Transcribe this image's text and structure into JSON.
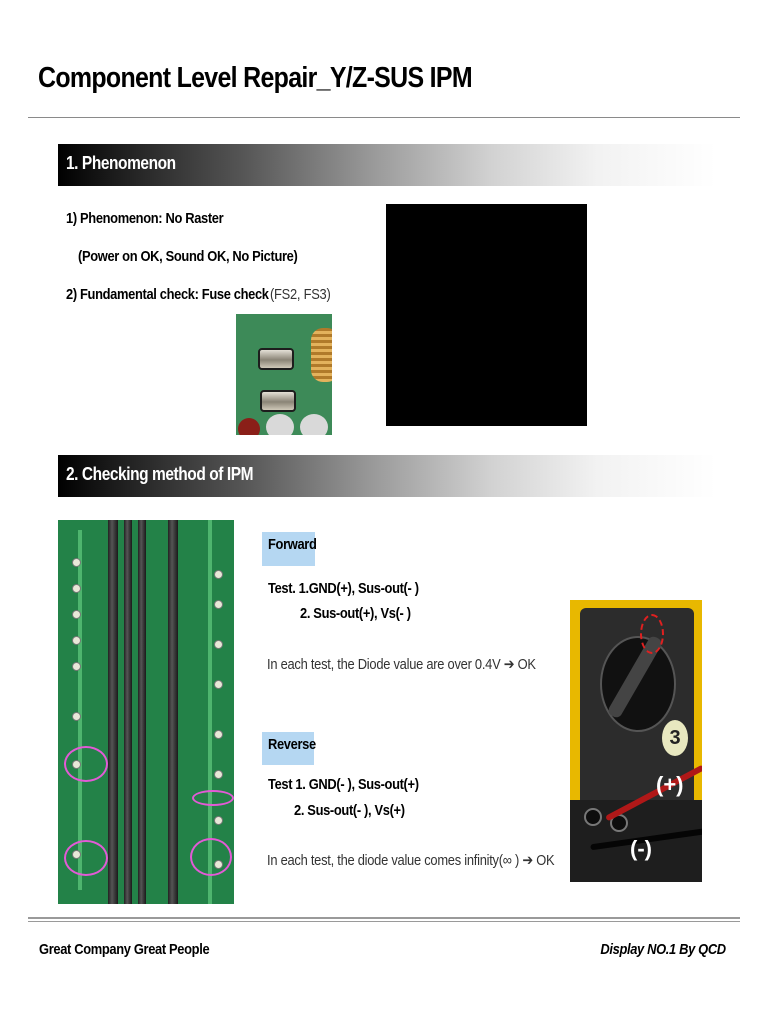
{
  "title": "Component Level Repair_Y/Z-SUS IPM",
  "section1": {
    "heading": "1. Phenomenon",
    "line1": "1) Phenomenon: No Raster",
    "line2": "(Power on OK, Sound OK, No Picture)",
    "line3": "2) Fundamental check: Fuse check",
    "line3_note": "(FS2, FS3)"
  },
  "section2": {
    "heading": "2. Checking method of IPM",
    "forward": {
      "label": "Forward",
      "test1": "Test.  1.GND(+), Sus-out(- )",
      "test2": "2. Sus-out(+), Vs(- )",
      "result": "In each test, the Diode value are over 0.4V  ➔ OK"
    },
    "reverse": {
      "label": "Reverse",
      "test1": "Test 1. GND(- ), Sus-out(+)",
      "test2": "2. Sus-out(- ), Vs(+)",
      "result": "In each test, the diode value comes infinity(∞ ) ➔ OK"
    },
    "meter": {
      "plus_sign": "(+)",
      "minus_sign": "(-)",
      "dial_number": "3"
    }
  },
  "footer": {
    "left": "Great Company  Great People",
    "right": "Display NO.1 By QCD"
  },
  "colors": {
    "label_bg": "#b5d7f2",
    "highlight_ring": "#e35ad6",
    "meter_body": "#e8b800"
  }
}
